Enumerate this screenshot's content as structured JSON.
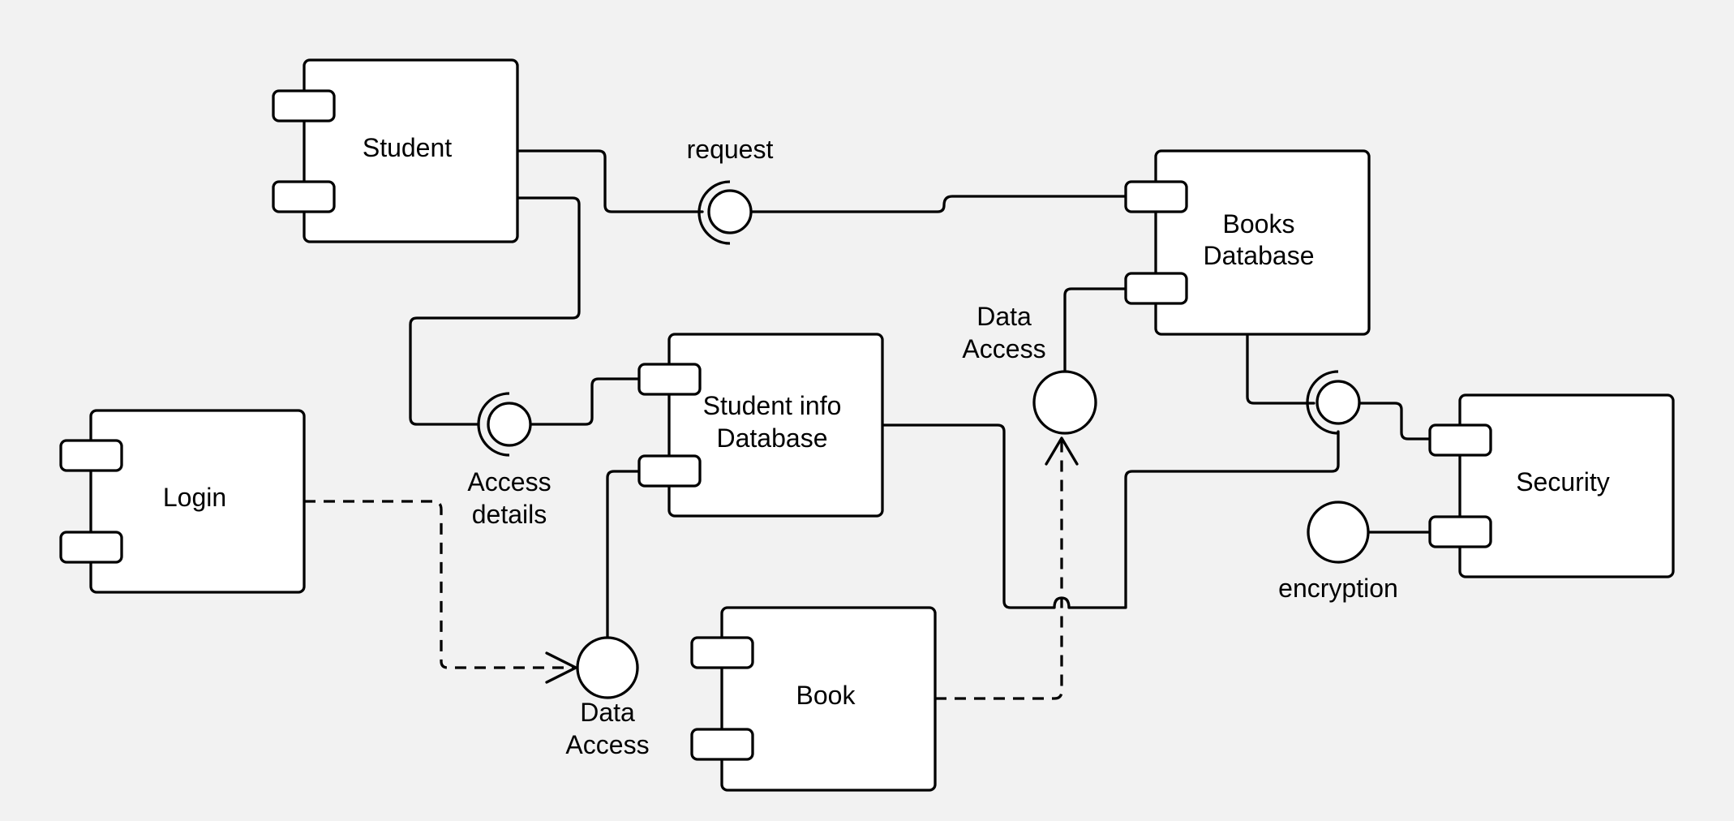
{
  "components": {
    "student": {
      "label": "Student"
    },
    "books_db": {
      "line1": "Books",
      "line2": "Database"
    },
    "student_info_db": {
      "line1": "Student info",
      "line2": "Database"
    },
    "login": {
      "label": "Login"
    },
    "security": {
      "label": "Security"
    },
    "book": {
      "label": "Book"
    }
  },
  "interfaces": {
    "request": {
      "label": "request"
    },
    "access_details": {
      "line1": "Access",
      "line2": "details"
    },
    "data_access_top": {
      "line1": "Data",
      "line2": "Access"
    },
    "data_access_bottom": {
      "line1": "Data",
      "line2": "Access"
    },
    "encryption": {
      "label": "encryption"
    }
  }
}
